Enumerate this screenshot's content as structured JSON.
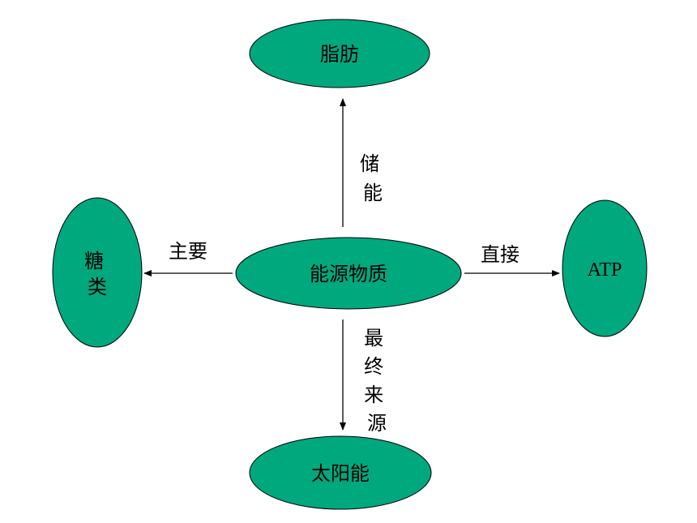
{
  "nodes": {
    "center": "能源物质",
    "top": "脂肪",
    "bottom": "太阳能",
    "left": "糖类",
    "right": "ATP"
  },
  "edges": {
    "to_top": "储能",
    "to_bottom": "最终来源",
    "to_left": "主要",
    "to_right": "直接"
  },
  "colors": {
    "node_fill": "#00a87e",
    "stroke": "#000000"
  }
}
